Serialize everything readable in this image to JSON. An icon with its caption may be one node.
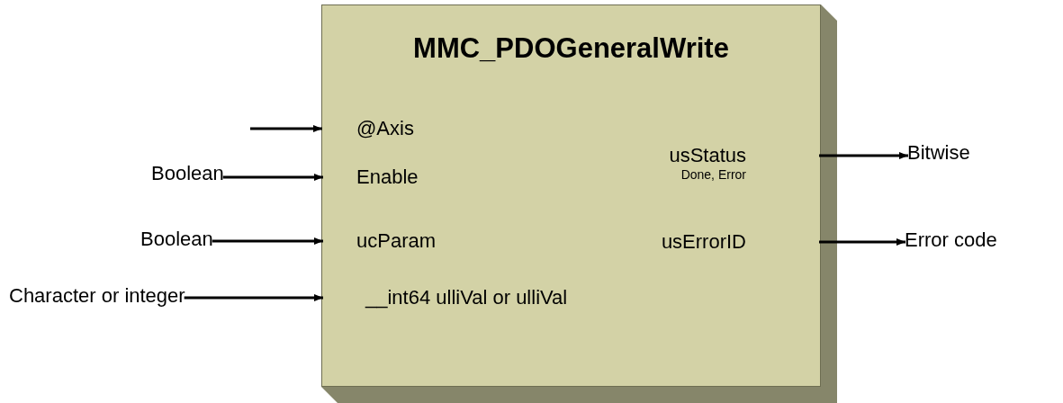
{
  "diagram": {
    "nodes": [
      {
        "text": [
          "MMC_PDOGeneralWrite"
        ]
      },
      {
        "text": [
          "@Axis"
        ],
        "in": 0
      },
      {
        "text": [
          "Enable"
        ],
        "in": 0
      },
      {
        "text": [
          "ucParam"
        ],
        "in": 0
      },
      {
        "text": [
          "__int64 ulliVal or ulliVal"
        ],
        "in": 0
      },
      {
        "text": [
          "usStatus",
          "Done, Error"
        ],
        "in": 0
      },
      {
        "text": [
          "usErrorID"
        ],
        "in": 0
      },
      {
        "text": [
          "Boolean"
        ]
      },
      {
        "text": [
          "Boolean"
        ]
      },
      {
        "text": [
          "Character or integer"
        ]
      },
      {
        "text": [
          "Bitwise"
        ]
      },
      {
        "text": [
          "Error code"
        ]
      }
    ],
    "edges": [
      {
        "from": null,
        "to": 1,
        "arrow": "to"
      },
      {
        "from": 7,
        "to": 2,
        "arrow": "to"
      },
      {
        "from": 8,
        "to": 3,
        "arrow": "to"
      },
      {
        "from": 9,
        "to": 4,
        "arrow": "to"
      },
      {
        "from": 5,
        "to": 10,
        "arrow": "to"
      },
      {
        "from": 6,
        "to": 11,
        "arrow": "to"
      }
    ]
  }
}
